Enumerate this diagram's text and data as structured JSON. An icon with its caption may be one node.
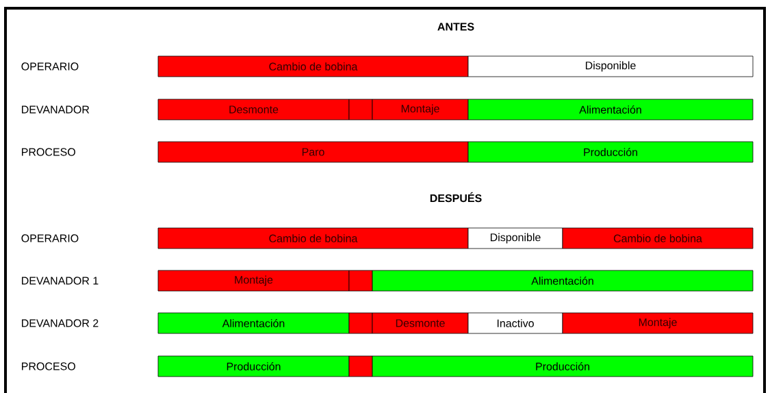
{
  "diagram": {
    "nodes": [
      {
        "text": [
          "Cambio de bobina"
        ]
      },
      {
        "text": [
          "Disponible"
        ]
      },
      {
        "text": [
          "Desmonte"
        ]
      },
      {
        "text": [],
        "shape": "box"
      },
      {
        "text": [
          "Montaje"
        ]
      },
      {
        "text": [
          "Alimentación"
        ]
      },
      {
        "text": [
          "Paro"
        ]
      },
      {
        "text": [
          "Producción"
        ]
      },
      {
        "text": [
          "Cambio de bobina"
        ]
      },
      {
        "text": [
          "Disponible"
        ]
      },
      {
        "text": [
          "Cambio de bobina"
        ]
      },
      {
        "text": [
          "Montaje"
        ]
      },
      {
        "text": [],
        "shape": "box"
      },
      {
        "text": [
          "Alimentación"
        ]
      },
      {
        "text": [
          "Alimentación"
        ]
      },
      {
        "text": [],
        "shape": "box"
      },
      {
        "text": [
          "Desmonte"
        ]
      },
      {
        "text": [
          "Inactivo"
        ]
      },
      {
        "text": [
          "Montaje"
        ]
      },
      {
        "text": [
          "Producción"
        ]
      },
      {
        "text": [],
        "shape": "box"
      },
      {
        "text": [
          "Producción"
        ]
      }
    ],
    "labels": [
      "ANTES",
      "OPERARIO",
      "DEVANADOR",
      "PROCESO",
      "DESPUÉS",
      "OPERARIO",
      "DEVANADOR 1",
      "DEVANADOR 2",
      "PROCESO"
    ]
  }
}
